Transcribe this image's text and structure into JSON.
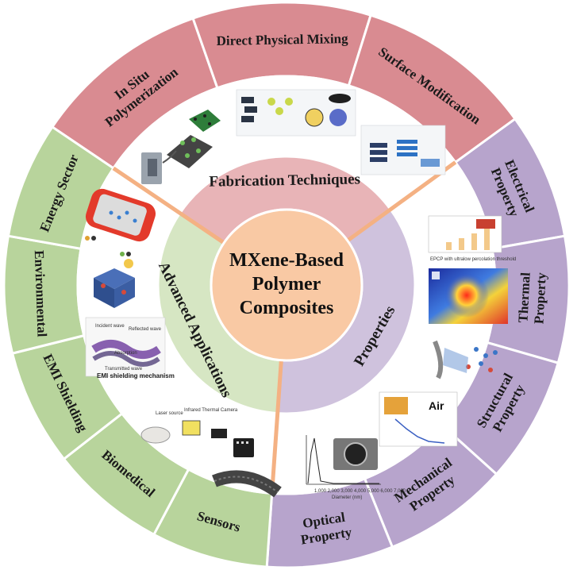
{
  "colors": {
    "fabrication_outer": "#d98b91",
    "fabrication_inner": "#e8b4b7",
    "properties_outer": "#b7a4cc",
    "properties_inner": "#cfc2dd",
    "applications_outer": "#b8d49c",
    "applications_inner": "#d6e6c3",
    "center": "#f9c9a4",
    "divider": "#f4b183"
  },
  "center": {
    "lines": [
      "MXene-Based",
      "Polymer",
      "Composites"
    ]
  },
  "categories": {
    "fabrication": "Fabrication Techniques",
    "properties": "Properties",
    "applications": "Advanced Applications"
  },
  "fabrication_segments": [
    {
      "id": "in-situ",
      "lines": [
        "In Situ",
        "Polymerization"
      ]
    },
    {
      "id": "direct-mixing",
      "lines": [
        "Direct Physical Mixing"
      ]
    },
    {
      "id": "surface-mod",
      "lines": [
        "Surface Modification"
      ]
    }
  ],
  "property_segments": [
    {
      "id": "electrical",
      "lines": [
        "Electrical",
        "Property"
      ]
    },
    {
      "id": "thermal",
      "lines": [
        "Thermal",
        "Property"
      ]
    },
    {
      "id": "structural",
      "lines": [
        "Structural",
        "Property"
      ]
    },
    {
      "id": "mechanical",
      "lines": [
        "Mechanical",
        "Property"
      ]
    },
    {
      "id": "optical",
      "lines": [
        "Optical",
        "Property"
      ]
    }
  ],
  "application_segments": [
    {
      "id": "sensors",
      "lines": [
        "Sensors"
      ]
    },
    {
      "id": "biomedical",
      "lines": [
        "Biomedical"
      ]
    },
    {
      "id": "emi",
      "lines": [
        "EMI Shielding"
      ]
    },
    {
      "id": "environmental",
      "lines": [
        "Environmental"
      ]
    },
    {
      "id": "energy",
      "lines": [
        "Energy Sector"
      ]
    }
  ],
  "figure_text": {
    "epcp": "EPCP with ultralow percolation threshold",
    "emi_mechanism": "EMI shielding mechanism",
    "incident": "Incident wave",
    "reflected": "Reflected wave",
    "absorption": "Absorption",
    "transmitted": "Transmitted wave",
    "air": "Air",
    "diameter": "Diameter (nm)",
    "laser": "Laser source",
    "thermal_camera": "Infrared Thermal Camera",
    "diameter_ticks": "1,000 2,000 3,000 4,000 5,000 6,000 7,000"
  }
}
